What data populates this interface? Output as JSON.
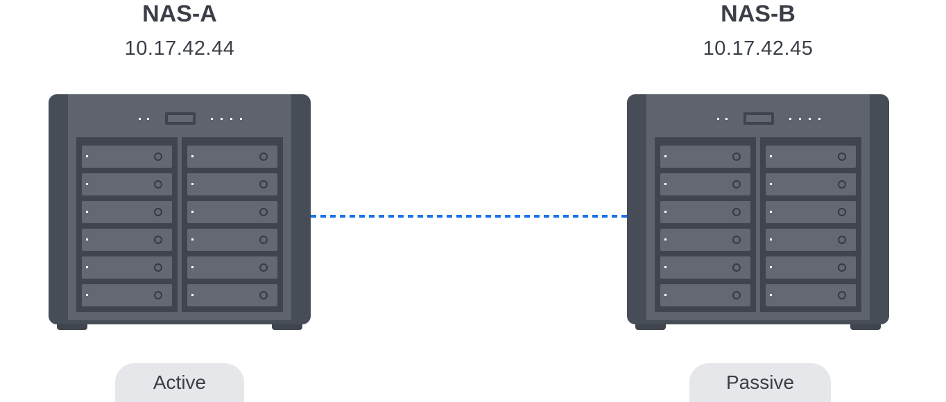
{
  "nodes": [
    {
      "name": "NAS-A",
      "ip": "10.17.42.44",
      "status": "Active"
    },
    {
      "name": "NAS-B",
      "ip": "10.17.42.45",
      "status": "Passive"
    }
  ],
  "icons": {
    "device": "nas-server-icon",
    "link": "dashed-connection-line"
  },
  "colors": {
    "chassis_side": "#474d57",
    "chassis_face": "#5e636d",
    "bay_frame": "#3f444d",
    "drive_tray": "#636873",
    "link": "#1a73e8",
    "badge_bg": "#e6e7ea",
    "text": "#3a3e47"
  }
}
